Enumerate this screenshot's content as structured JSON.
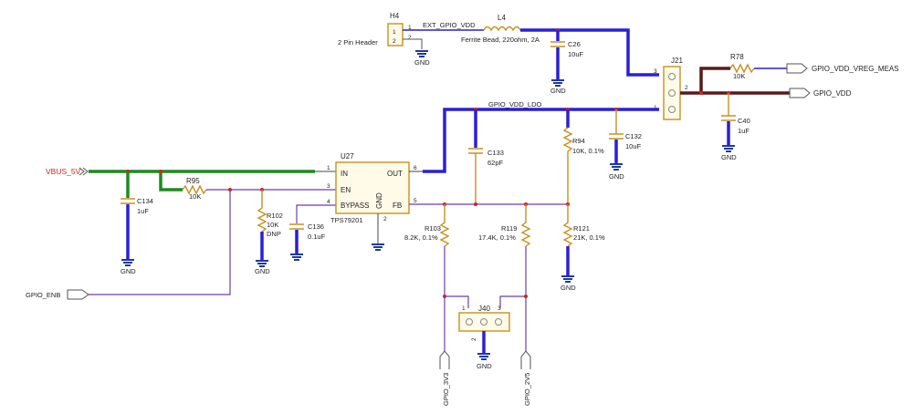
{
  "nets": {
    "vbus": "VBUS_5V",
    "ext": "EXT_GPIO_VDD",
    "ldo": "GPIO_VDD_LDO",
    "vreg_meas": "GPIO_VDD_VREG_MEAS",
    "gpio_vdd": "GPIO_VDD",
    "enb": "GPIO_ENB",
    "v3": "GPIO_3V3",
    "v5": "GPIO_2V5"
  },
  "gnd": "GND",
  "h4": {
    "ref": "H4",
    "desc": "2 Pin Header",
    "p1": "1",
    "p2": "2"
  },
  "l4": {
    "ref": "L4",
    "desc": "Ferrite Bead, 220ohm, 2A"
  },
  "c26": {
    "ref": "C26",
    "val": "10uF"
  },
  "j21": {
    "ref": "J21",
    "p1": "1",
    "p2": "2",
    "p3": "3"
  },
  "r78": {
    "ref": "R78",
    "val": "10K"
  },
  "c40": {
    "ref": "C40",
    "val": "1uF"
  },
  "c133": {
    "ref": "C133",
    "val": "62pF"
  },
  "r94": {
    "ref": "R94",
    "val": "10K, 0.1%"
  },
  "c132": {
    "ref": "C132",
    "val": "10uF"
  },
  "u27": {
    "ref": "U27",
    "part": "TPS79201",
    "pins": {
      "in": "IN",
      "en": "EN",
      "bypass": "BYPASS",
      "gnd": "GND",
      "out": "OUT",
      "fb": "FB"
    },
    "nums": {
      "in": "1",
      "en": "3",
      "bypass": "4",
      "gnd": "2",
      "out": "6",
      "fb": "5"
    }
  },
  "c134": {
    "ref": "C134",
    "val": "1uF"
  },
  "r95": {
    "ref": "R95",
    "val": "10K"
  },
  "r102": {
    "ref": "R102",
    "val": "10K",
    "note": "DNP"
  },
  "c136": {
    "ref": "C136",
    "val": "0.1uF"
  },
  "r103": {
    "ref": "R103",
    "val": "8.2K, 0.1%"
  },
  "r119": {
    "ref": "R119",
    "val": "17.4K, 0.1%"
  },
  "r121": {
    "ref": "R121",
    "val": "21K, 0.1%"
  },
  "j40": {
    "ref": "J40",
    "p1": "1",
    "p2": "2",
    "p3": "3"
  }
}
